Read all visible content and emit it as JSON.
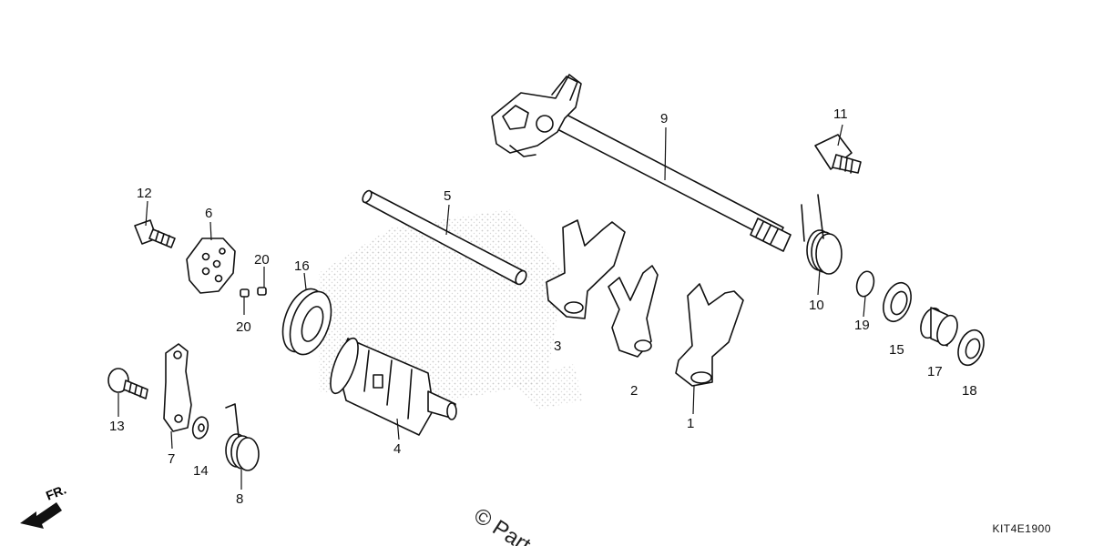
{
  "diagram": {
    "code": "KIT4E1900",
    "front_label": "FR.",
    "watermark": "© Part",
    "part_numbers": [
      "1",
      "2",
      "3",
      "4",
      "5",
      "6",
      "7",
      "8",
      "9",
      "10",
      "11",
      "12",
      "13",
      "14",
      "15",
      "16",
      "17",
      "18",
      "19",
      "20",
      "20"
    ]
  },
  "colors": {
    "line": "#111111",
    "fill": "#ffffff",
    "halftone": "#c8c8c8"
  },
  "icons": {
    "front": "front-direction-arrow-icon"
  }
}
